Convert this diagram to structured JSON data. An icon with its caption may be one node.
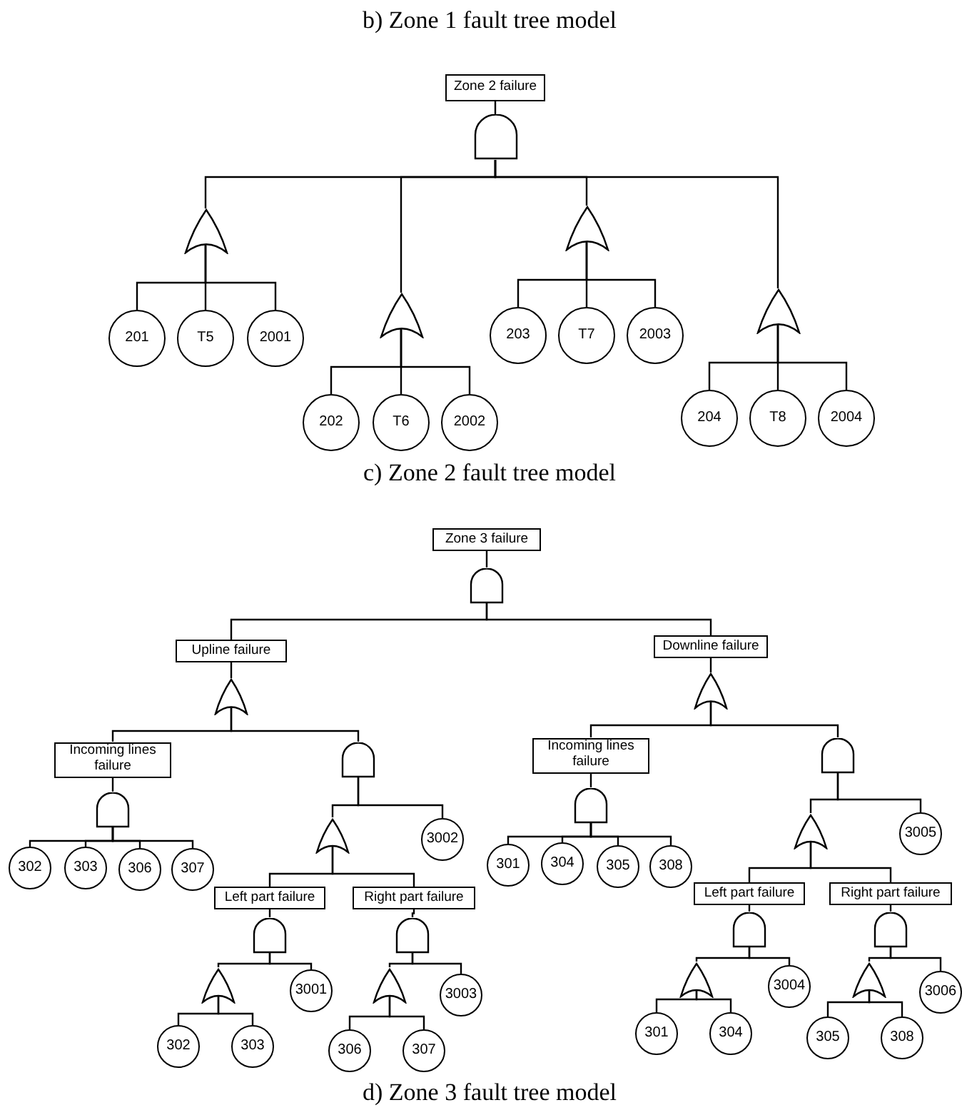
{
  "diagram": {
    "nodes": [
      {
        "text": [
          "Zone 2 failure"
        ]
      },
      {
        "text": [],
        "shape": "and-gate"
      },
      {
        "text": [],
        "shape": "or-gate"
      },
      {
        "text": [],
        "shape": "or-gate"
      },
      {
        "text": [],
        "shape": "or-gate"
      },
      {
        "text": [],
        "shape": "or-gate"
      },
      {
        "text": [
          "201"
        ]
      },
      {
        "text": [
          "T5"
        ]
      },
      {
        "text": [
          "2001"
        ]
      },
      {
        "text": [
          "202"
        ]
      },
      {
        "text": [
          "T6"
        ]
      },
      {
        "text": [
          "2002"
        ]
      },
      {
        "text": [
          "203"
        ]
      },
      {
        "text": [
          "T7"
        ]
      },
      {
        "text": [
          "2003"
        ]
      },
      {
        "text": [
          "204"
        ]
      },
      {
        "text": [
          "T8"
        ]
      },
      {
        "text": [
          "2004"
        ]
      },
      {
        "text": [
          "Zone 3 failure"
        ]
      },
      {
        "text": [],
        "shape": "and-gate"
      },
      {
        "text": [
          "Upline failure"
        ]
      },
      {
        "text": [
          "Downline failure"
        ]
      },
      {
        "text": [],
        "shape": "or-gate"
      },
      {
        "text": [],
        "shape": "or-gate"
      },
      {
        "text": [
          "Incoming lines failure"
        ]
      },
      {
        "text": [],
        "shape": "and-gate"
      },
      {
        "text": [],
        "shape": "and-gate"
      },
      {
        "text": [
          "302"
        ]
      },
      {
        "text": [
          "303"
        ]
      },
      {
        "text": [
          "306"
        ]
      },
      {
        "text": [
          "307"
        ]
      },
      {
        "text": [],
        "shape": "or-gate"
      },
      {
        "text": [
          "3002"
        ]
      },
      {
        "text": [
          "Left part failure"
        ]
      },
      {
        "text": [
          "Right part failure"
        ]
      },
      {
        "text": [],
        "shape": "and-gate"
      },
      {
        "text": [],
        "shape": "and-gate"
      },
      {
        "text": [],
        "shape": "or-gate"
      },
      {
        "text": [
          "3001"
        ]
      },
      {
        "text": [],
        "shape": "or-gate"
      },
      {
        "text": [
          "3003"
        ]
      },
      {
        "text": [
          "302"
        ]
      },
      {
        "text": [
          "303"
        ]
      },
      {
        "text": [
          "306"
        ]
      },
      {
        "text": [
          "307"
        ]
      },
      {
        "text": [
          "Incoming lines failure"
        ]
      },
      {
        "text": [],
        "shape": "and-gate"
      },
      {
        "text": [],
        "shape": "and-gate"
      },
      {
        "text": [
          "301"
        ]
      },
      {
        "text": [
          "304"
        ]
      },
      {
        "text": [
          "305"
        ]
      },
      {
        "text": [
          "308"
        ]
      },
      {
        "text": [],
        "shape": "or-gate"
      },
      {
        "text": [
          "3005"
        ]
      },
      {
        "text": [
          "Left part failure"
        ]
      },
      {
        "text": [
          "Right part failure"
        ]
      },
      {
        "text": [],
        "shape": "and-gate"
      },
      {
        "text": [],
        "shape": "and-gate"
      },
      {
        "text": [],
        "shape": "or-gate"
      },
      {
        "text": [
          "3004"
        ]
      },
      {
        "text": [],
        "shape": "or-gate"
      },
      {
        "text": [
          "3006"
        ]
      },
      {
        "text": [
          "301"
        ]
      },
      {
        "text": [
          "304"
        ]
      },
      {
        "text": [
          "305"
        ]
      },
      {
        "text": [
          "308"
        ]
      }
    ],
    "edges": [
      {
        "from": 0,
        "to": 1,
        "arrow": "none"
      },
      {
        "from": 1,
        "to": 2,
        "arrow": "none"
      },
      {
        "from": 1,
        "to": 3,
        "arrow": "none"
      },
      {
        "from": 1,
        "to": 4,
        "arrow": "none"
      },
      {
        "from": 1,
        "to": 5,
        "arrow": "none"
      },
      {
        "from": 2,
        "to": 6,
        "arrow": "none"
      },
      {
        "from": 2,
        "to": 7,
        "arrow": "none"
      },
      {
        "from": 2,
        "to": 8,
        "arrow": "none"
      },
      {
        "from": 3,
        "to": 9,
        "arrow": "none"
      },
      {
        "from": 3,
        "to": 10,
        "arrow": "none"
      },
      {
        "from": 3,
        "to": 11,
        "arrow": "none"
      },
      {
        "from": 4,
        "to": 12,
        "arrow": "none"
      },
      {
        "from": 4,
        "to": 13,
        "arrow": "none"
      },
      {
        "from": 4,
        "to": 14,
        "arrow": "none"
      },
      {
        "from": 5,
        "to": 15,
        "arrow": "none"
      },
      {
        "from": 5,
        "to": 16,
        "arrow": "none"
      },
      {
        "from": 5,
        "to": 17,
        "arrow": "none"
      },
      {
        "from": 18,
        "to": 19,
        "arrow": "none"
      },
      {
        "from": 19,
        "to": 20,
        "arrow": "none"
      },
      {
        "from": 19,
        "to": 21,
        "arrow": "none"
      },
      {
        "from": 20,
        "to": 22,
        "arrow": "none"
      },
      {
        "from": 21,
        "to": 23,
        "arrow": "none"
      },
      {
        "from": 22,
        "to": 24,
        "arrow": "none"
      },
      {
        "from": 22,
        "to": 25,
        "arrow": "none"
      },
      {
        "from": 24,
        "to": 26,
        "arrow": "none"
      },
      {
        "from": 26,
        "to": 27,
        "arrow": "none"
      },
      {
        "from": 26,
        "to": 28,
        "arrow": "none"
      },
      {
        "from": 26,
        "to": 29,
        "arrow": "none"
      },
      {
        "from": 26,
        "to": 30,
        "arrow": "none"
      },
      {
        "from": 25,
        "to": 31,
        "arrow": "none"
      },
      {
        "from": 25,
        "to": 32,
        "arrow": "none"
      },
      {
        "from": 31,
        "to": 33,
        "arrow": "none"
      },
      {
        "from": 31,
        "to": 34,
        "arrow": "none"
      },
      {
        "from": 33,
        "to": 35,
        "arrow": "none"
      },
      {
        "from": 34,
        "to": 36,
        "arrow": "none"
      },
      {
        "from": 35,
        "to": 37,
        "arrow": "none"
      },
      {
        "from": 35,
        "to": 38,
        "arrow": "none"
      },
      {
        "from": 36,
        "to": 39,
        "arrow": "none"
      },
      {
        "from": 36,
        "to": 40,
        "arrow": "none"
      },
      {
        "from": 37,
        "to": 41,
        "arrow": "none"
      },
      {
        "from": 37,
        "to": 42,
        "arrow": "none"
      },
      {
        "from": 39,
        "to": 43,
        "arrow": "none"
      },
      {
        "from": 39,
        "to": 44,
        "arrow": "none"
      },
      {
        "from": 23,
        "to": 45,
        "arrow": "none"
      },
      {
        "from": 23,
        "to": 46,
        "arrow": "none"
      },
      {
        "from": 45,
        "to": 47,
        "arrow": "none"
      },
      {
        "from": 47,
        "to": 48,
        "arrow": "none"
      },
      {
        "from": 47,
        "to": 49,
        "arrow": "none"
      },
      {
        "from": 47,
        "to": 50,
        "arrow": "none"
      },
      {
        "from": 47,
        "to": 51,
        "arrow": "none"
      },
      {
        "from": 46,
        "to": 52,
        "arrow": "none"
      },
      {
        "from": 46,
        "to": 53,
        "arrow": "none"
      },
      {
        "from": 52,
        "to": 54,
        "arrow": "none"
      },
      {
        "from": 52,
        "to": 55,
        "arrow": "none"
      },
      {
        "from": 54,
        "to": 56,
        "arrow": "none"
      },
      {
        "from": 55,
        "to": 57,
        "arrow": "none"
      },
      {
        "from": 56,
        "to": 58,
        "arrow": "none"
      },
      {
        "from": 56,
        "to": 59,
        "arrow": "none"
      },
      {
        "from": 57,
        "to": 60,
        "arrow": "none"
      },
      {
        "from": 57,
        "to": 61,
        "arrow": "none"
      },
      {
        "from": 58,
        "to": 62,
        "arrow": "none"
      },
      {
        "from": 58,
        "to": 63,
        "arrow": "none"
      },
      {
        "from": 60,
        "to": 64,
        "arrow": "none"
      },
      {
        "from": 60,
        "to": 65,
        "arrow": "none"
      }
    ],
    "labels": [
      "b) Zone 1 fault tree model",
      "c) Zone 2 fault tree model",
      "d) Zone 3 fault tree model"
    ]
  }
}
